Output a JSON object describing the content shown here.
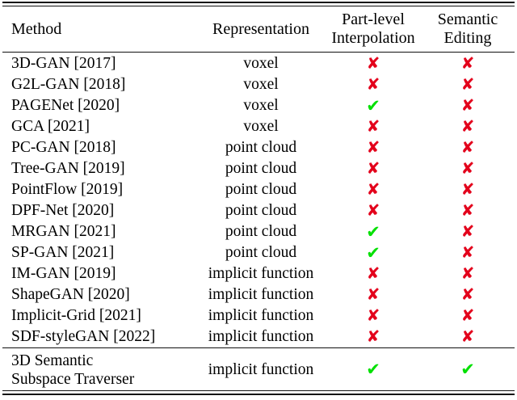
{
  "table": {
    "columns": [
      {
        "key": "method",
        "label": "Method",
        "align": "left"
      },
      {
        "key": "representation",
        "label": "Representation",
        "align": "center"
      },
      {
        "key": "part_interp",
        "label_line1": "Part-level",
        "label_line2": "Interpolation",
        "align": "center"
      },
      {
        "key": "semantic_edit",
        "label_line1": "Semantic",
        "label_line2": "Editing",
        "align": "center"
      }
    ],
    "marks": {
      "yes": "✔",
      "no": "✘",
      "yes_color": "#00E000",
      "no_color": "#E3001B"
    },
    "rows": [
      {
        "method": "3D-GAN [2017]",
        "representation": "voxel",
        "part_interp": "no",
        "semantic_edit": "no"
      },
      {
        "method": "G2L-GAN [2018]",
        "representation": "voxel",
        "part_interp": "no",
        "semantic_edit": "no"
      },
      {
        "method": "PAGENet [2020]",
        "representation": "voxel",
        "part_interp": "yes",
        "semantic_edit": "no"
      },
      {
        "method": "GCA [2021]",
        "representation": "voxel",
        "part_interp": "no",
        "semantic_edit": "no"
      },
      {
        "method": "PC-GAN [2018]",
        "representation": "point cloud",
        "part_interp": "no",
        "semantic_edit": "no"
      },
      {
        "method": "Tree-GAN [2019]",
        "representation": "point cloud",
        "part_interp": "no",
        "semantic_edit": "no"
      },
      {
        "method": "PointFlow [2019]",
        "representation": "point cloud",
        "part_interp": "no",
        "semantic_edit": "no"
      },
      {
        "method": "DPF-Net [2020]",
        "representation": "point cloud",
        "part_interp": "no",
        "semantic_edit": "no"
      },
      {
        "method": "MRGAN [2021]",
        "representation": "point cloud",
        "part_interp": "yes",
        "semantic_edit": "no"
      },
      {
        "method": "SP-GAN [2021]",
        "representation": "point cloud",
        "part_interp": "yes",
        "semantic_edit": "no"
      },
      {
        "method": "IM-GAN [2019]",
        "representation": "implicit function",
        "part_interp": "no",
        "semantic_edit": "no"
      },
      {
        "method": "ShapeGAN [2020]",
        "representation": "implicit function",
        "part_interp": "no",
        "semantic_edit": "no"
      },
      {
        "method": "Implicit-Grid [2021]",
        "representation": "implicit function",
        "part_interp": "no",
        "semantic_edit": "no"
      },
      {
        "method": "SDF-styleGAN [2022]",
        "representation": "implicit function",
        "part_interp": "no",
        "semantic_edit": "no"
      }
    ],
    "final_row": {
      "method_line1": "3D Semantic",
      "method_line2": "Subspace Traverser",
      "representation": "implicit function",
      "part_interp": "yes",
      "semantic_edit": "yes"
    }
  }
}
